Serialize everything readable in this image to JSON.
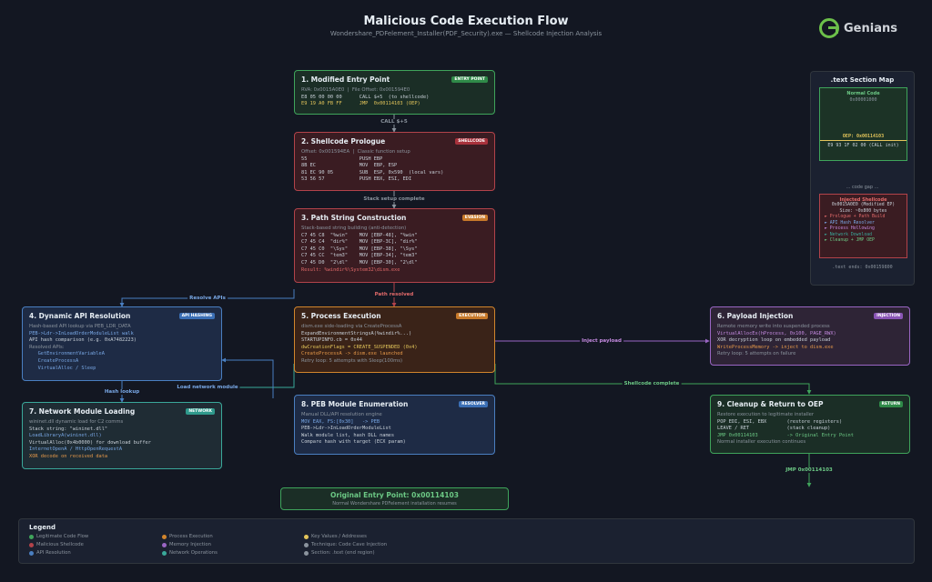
{
  "header": {
    "title": "Malicious Code Execution Flow",
    "subtitle": "Wondershare_PDFelement_Installer(PDF_Security).exe — Shellcode Injection Analysis",
    "logo_text": "Genians"
  },
  "nodes": {
    "n1": {
      "title": "1. Modified Entry Point",
      "tag": "ENTRY POINT",
      "lines": [
        "RVA: 0x0015A0E0  |  File Offset: 0x001594E0",
        "E8 05 00 00 00      CALL $+5  (to shellcode)",
        "E9 19 A0 FB FF      JMP  0x00114103 (OEP)"
      ]
    },
    "n2": {
      "title": "2. Shellcode Prologue",
      "tag": "SHELLCODE",
      "lines": [
        "Offset: 0x001594EA  |  Classic function setup",
        "55                  PUSH EBP",
        "8B EC               MOV  EBP, ESP",
        "81 EC 90 05         SUB  ESP, 0x590  (local vars)",
        "53 56 57            PUSH EBX, ESI, EDI"
      ]
    },
    "n3": {
      "title": "3. Path String Construction",
      "tag": "EVASION",
      "lines": [
        "Stack-based string building (anti-detection)",
        "C7 45 C8  \"%win\"    MOV [EBP-48], \"%win\"",
        "C7 45 C4  \"dir%\"    MOV [EBP-3C], \"dir%\"",
        "C7 45 C0  \"\\Sys\"    MOV [EBP-38], \"\\Sys\"",
        "C7 45 CC  \"tem3\"    MOV [EBP-34], \"tem3\"",
        "C7 45 D0  \"2\\dl\"    MOV [EBP-30], \"2\\dl\"",
        "Result: %windir%\\System32\\dism.exe"
      ]
    },
    "n4": {
      "title": "4. Dynamic API Resolution",
      "tag": "API HASHING",
      "lines": [
        "Hash-based API lookup via PEB_LDR_DATA",
        "PEB->Ldr->InLoadOrderModuleList walk",
        "API hash comparison (e.g. 0xA7482223)",
        "Resolved APIs:",
        "   GetEnvironmentVariableA",
        "   CreateProcessA",
        "   VirtualAlloc / Sleep"
      ]
    },
    "n5": {
      "title": "5. Process Execution",
      "tag": "EXECUTION",
      "lines": [
        "dism.exe side-loading via CreateProcessA",
        "ExpandEnvironmentStringsA(%windir%...)",
        "STARTUPINFO.cb = 0x44",
        "dwCreationFlags = CREATE_SUSPENDED (0x4)",
        "CreateProcessA -> dism.exe launched",
        "Retry loop: 5 attempts with Sleep(100ms)"
      ]
    },
    "n6": {
      "title": "6. Payload Injection",
      "tag": "INJECTION",
      "lines": [
        "Remote memory write into suspended process",
        "VirtualAllocEx(hProcess, 0x100, PAGE_RWX)",
        "XOR decryption loop on embedded payload",
        "WriteProcessMemory -> inject to dism.exe",
        "Retry loop: 5 attempts on failure"
      ]
    },
    "n7": {
      "title": "7. Network Module Loading",
      "tag": "NETWORK",
      "lines": [
        "wininet.dll dynamic load for C2 comms",
        "Stack string: \"wininet.dll\"",
        "LoadLibraryA(wininet.dll)",
        "VirtualAlloc(0x4b0000) for download buffer",
        "InternetOpenA / HttpOpenRequestA",
        "XOR decode on received data"
      ]
    },
    "n8": {
      "title": "8. PEB Module Enumeration",
      "tag": "RESOLVER",
      "lines": [
        "Manual DLL/API resolution engine",
        "MOV EAX, FS:[0x30]   -> PEB",
        "PEB->Ldr->InLoadOrderModuleList",
        "Walk module list, hash DLL names",
        "Compare hash with target (ECX param)"
      ]
    },
    "n9": {
      "title": "9. Cleanup & Return to OEP",
      "tag": "RETURN",
      "lines": [
        "Restore execution to legitimate installer",
        "POP EDI, ESI, EBX       (restore registers)",
        "LEAVE / RET             (stack cleanup)",
        "JMP 0x00114103          -> Original Entry Point",
        "Normal installer execution continues"
      ]
    }
  },
  "connectors": {
    "c1": "CALL $+5",
    "c2": "Stack setup complete",
    "c3": "Path resolved",
    "c4": "Resolve APIs",
    "c5": "Inject payload",
    "c6": "Load network module",
    "c7": "Hash lookup",
    "c8": "Shellcode complete",
    "c9": "JMP 0x00114103"
  },
  "oep": {
    "title": "Original Entry Point: 0x00114103",
    "subtitle": "Normal Wondershare PDFelement installation resumes"
  },
  "section_map": {
    "title": ".text Section Map",
    "normal_label": "Normal Code",
    "normal_addr": "0x00001000",
    "oep_label": "OEP: 0x00114103",
    "oep_call": "E9 93 1F 02 00 (CALL init)",
    "gap": "... code gap ...",
    "injected_label": "Injected Shellcode",
    "injected_addr": "0x0015A0E0 (Modified EP)",
    "injected_size": "Size: ~0x800 bytes",
    "injected_items": [
      "► Prologue + Path Build",
      "► API Hash Resolver",
      "► Process Hollowing",
      "► Network Download",
      "► Cleanup + JMP OEP"
    ],
    "end": ".text ends: 0x00159800"
  },
  "legend": {
    "title": "Legend",
    "items": [
      {
        "label": "Legitimate Code Flow",
        "color": "#3fa45b"
      },
      {
        "label": "Malicious Shellcode",
        "color": "#b2434a"
      },
      {
        "label": "API Resolution",
        "color": "#4a7fc1"
      },
      {
        "label": "Process Execution",
        "color": "#d2852c"
      },
      {
        "label": "Memory Injection",
        "color": "#9a66c4"
      },
      {
        "label": "Network Operations",
        "color": "#3aa89a"
      },
      {
        "label": "Key Values / Addresses",
        "color": "#e3c55a"
      },
      {
        "label": "Technique: Code Cave Injection",
        "color": "#8b949e"
      },
      {
        "label": "Section: .text (end region)",
        "color": "#8b949e"
      }
    ]
  },
  "colors": {
    "legit": "#3fa45b",
    "shellcode": "#b2434a",
    "api": "#4a7fc1",
    "exec": "#d2852c",
    "inject": "#9a66c4",
    "network": "#3aa89a",
    "key": "#e3c55a"
  }
}
